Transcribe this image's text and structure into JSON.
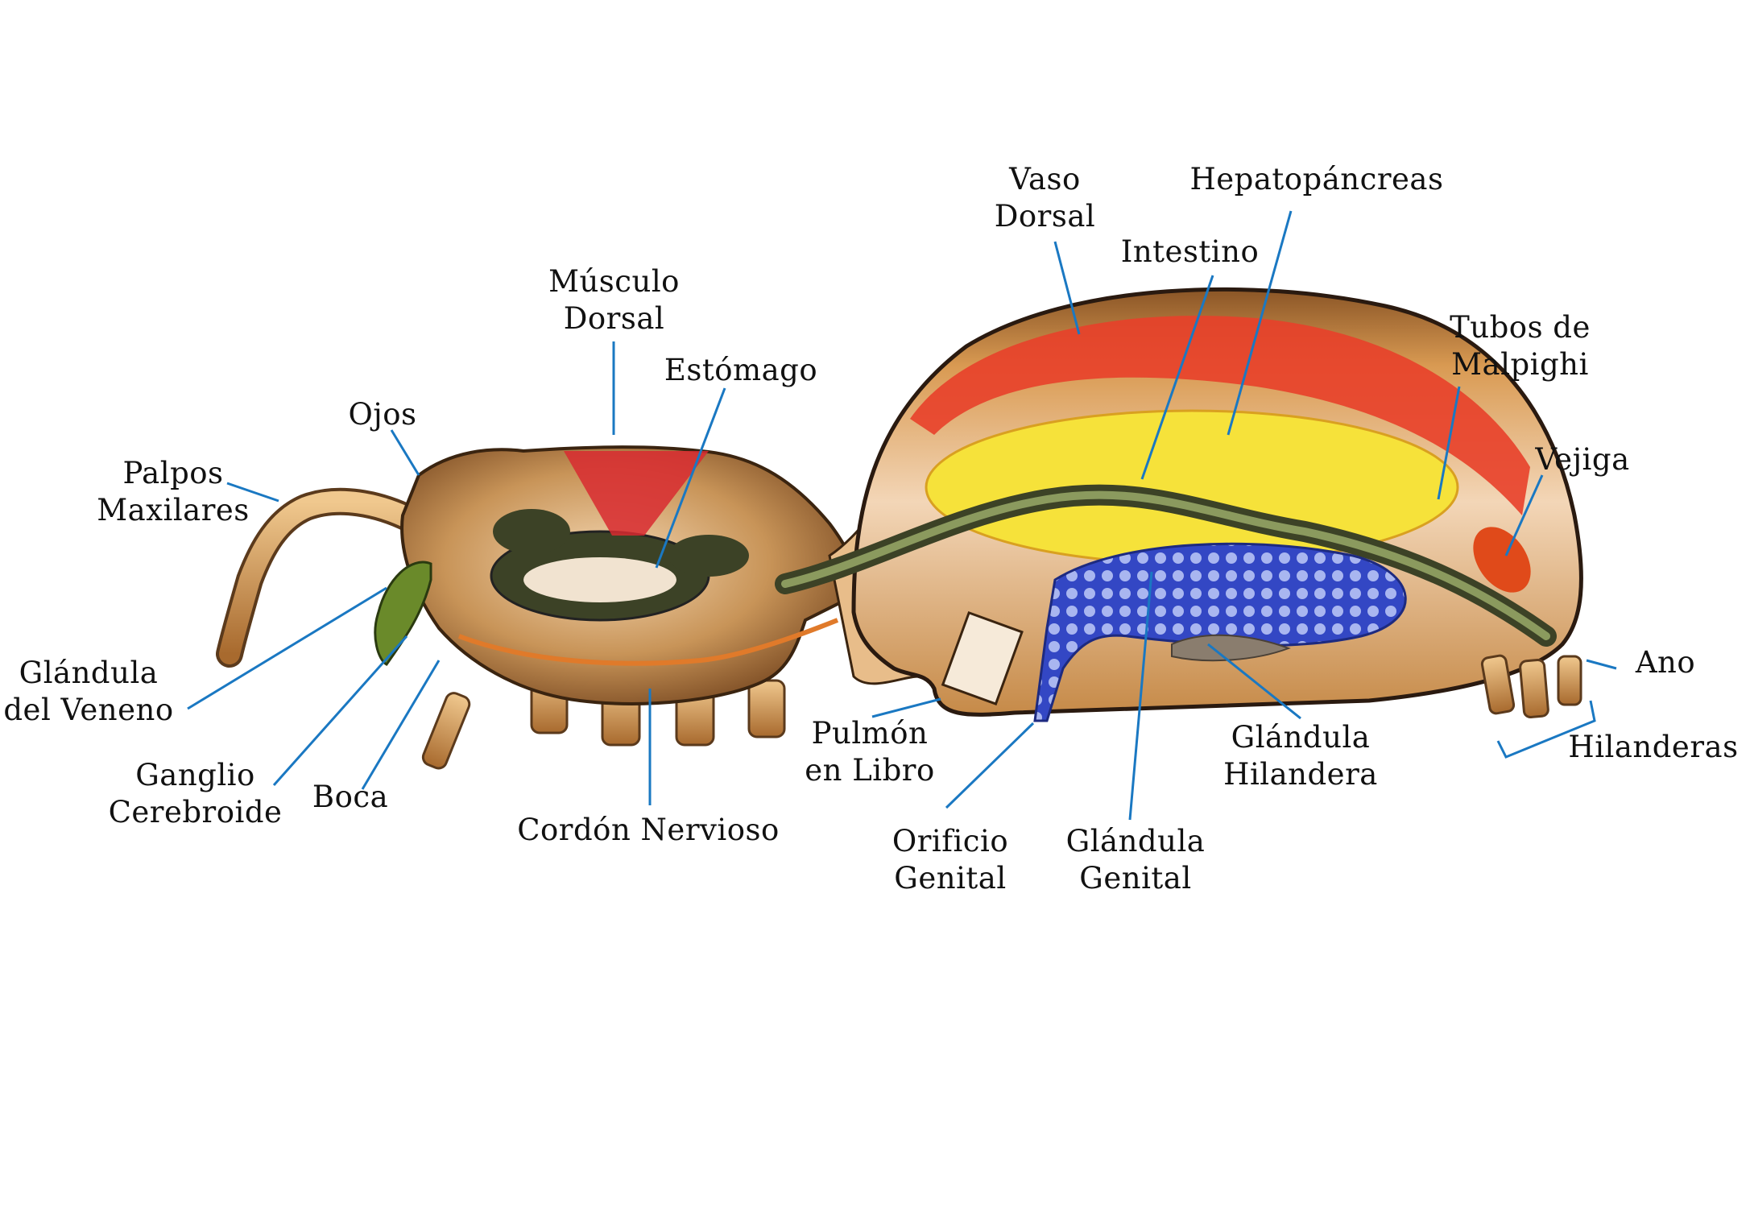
{
  "diagram": {
    "colors": {
      "leader_line": "#1a78c2",
      "body_outline": "#2a1a10",
      "cephalothorax": "#b07a3e",
      "abdomen_wall": "#e4a85a",
      "dorsal_vessel": "#e8402a",
      "hepatopancreas": "#f6e23a",
      "intestine": "#4a5230",
      "genital_gland": "#3a4cc0",
      "nerve_cord": "#e07a2a",
      "dorsal_muscle": "#c8202a"
    },
    "labels": {
      "palpos": [
        "Palpos",
        "Maxilares"
      ],
      "ojos": [
        "Ojos"
      ],
      "musculo": [
        "Músculo",
        "Dorsal"
      ],
      "estomago": [
        "Estómago"
      ],
      "vaso": [
        "Vaso",
        "Dorsal"
      ],
      "intestino": [
        "Intestino"
      ],
      "hepato": [
        "Hepatopáncreas"
      ],
      "tubos": [
        "Tubos de",
        "Malpighi"
      ],
      "vejiga": [
        "Vejiga"
      ],
      "ano": [
        "Ano"
      ],
      "hilanderas": [
        "Hilanderas"
      ],
      "gland_hil": [
        "Glándula",
        "Hilandera"
      ],
      "gland_gen": [
        "Glándula",
        "Genital"
      ],
      "orificio": [
        "Orificio",
        "Genital"
      ],
      "pulmon": [
        "Pulmón",
        "en Libro"
      ],
      "cordon": [
        "Cordón Nervioso"
      ],
      "boca": [
        "Boca"
      ],
      "ganglio": [
        "Ganglio",
        "Cerebroide"
      ],
      "veneno": [
        "Glándula",
        "del Veneno"
      ]
    }
  }
}
